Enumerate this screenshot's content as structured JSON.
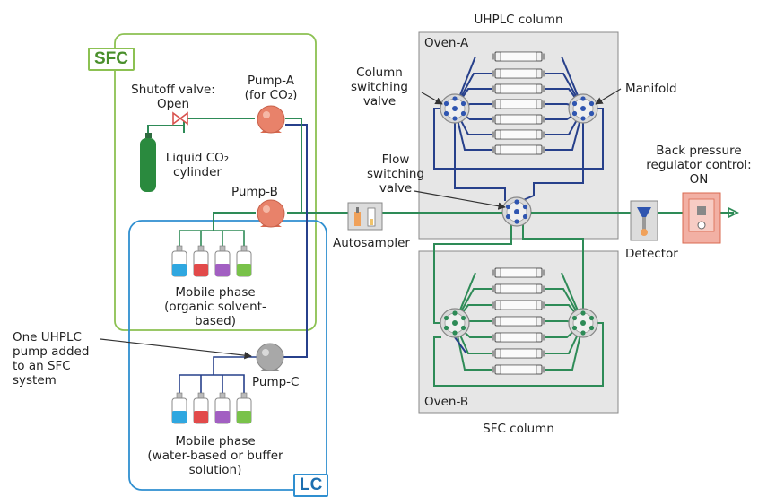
{
  "labels": {
    "sfc_tag": "SFC",
    "lc_tag": "LC",
    "uhplc_column": "UHPLC column",
    "sfc_column": "SFC column",
    "oven_a": "Oven-A",
    "oven_b": "Oven-B",
    "column_switching_valve": [
      "Column",
      "switching",
      "valve"
    ],
    "manifold": "Manifold",
    "flow_switching_valve": [
      "Flow",
      "switching",
      "valve"
    ],
    "shutoff_valve": [
      "Shutoff valve:",
      "Open"
    ],
    "pump_a": [
      "Pump-A",
      "(for CO₂)"
    ],
    "liquid_co2": [
      "Liquid CO₂",
      "cylinder"
    ],
    "pump_b": "Pump-B",
    "pump_c": "Pump-C",
    "autosampler": "Autosampler",
    "detector": "Detector",
    "back_pressure": [
      "Back pressure",
      "regulator control:",
      "ON"
    ],
    "mobile_phase_organic": [
      "Mobile phase",
      "(organic solvent-",
      "based)"
    ],
    "mobile_phase_water": [
      "Mobile phase",
      "(water-based or buffer",
      "solution)"
    ],
    "uhplc_pump_note": [
      "One UHPLC",
      "pump added",
      "to an SFC",
      "system"
    ]
  },
  "colors": {
    "sfc_border": "#8cc152",
    "lc_border": "#2f8fd0",
    "green_line": "#2e8b57",
    "blue_line": "#27408b",
    "oven_fill": "#e6e6e6",
    "pump_red": "#e8826a",
    "pump_gray": "#a8a8a8",
    "bottle_colors": [
      "#2fa7e0",
      "#e24a4a",
      "#a25fc2",
      "#79c24a"
    ]
  },
  "icons": [
    "co2-cylinder-icon",
    "pump-icon",
    "valve-icon",
    "bottle-icon",
    "column-icon",
    "autosampler-icon",
    "detector-icon",
    "back-pressure-regulator-icon"
  ]
}
